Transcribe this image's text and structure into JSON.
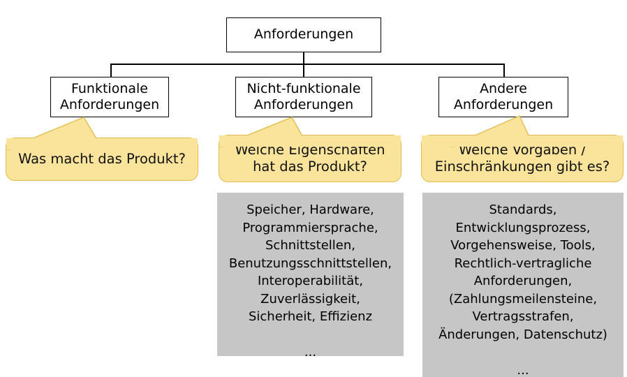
{
  "diagram": {
    "title": "Anforderungen",
    "type": "tree-with-callouts",
    "colors": {
      "callout_fill": "#FAE49C",
      "callout_border": "#E3BC4E",
      "detail_fill": "#C6C6C6",
      "node_border": "#000000",
      "node_fill": "#FFFFFF",
      "text": "#000000"
    },
    "root": {
      "label": "Anforderungen"
    },
    "branches": [
      {
        "id": "functional",
        "label": "Funktionale\nAnforderungen",
        "callout": "Was macht das Produkt?",
        "details": null
      },
      {
        "id": "non-functional",
        "label": "Nicht-funktionale\nAnforderungen",
        "callout": "Welche Eigenschaften\nhat das Produkt?",
        "details": "Speicher, Hardware,\nProgrammiersprache,\nSchnittstellen,\nBenutzungsschnittstellen,\nInteroperabilität,\nZuverlässigkeit,\nSicherheit, Effizienz\n\n..."
      },
      {
        "id": "other",
        "label": "Andere\nAnforderungen",
        "callout": "Welche Vorgaben /\nEinschränkungen gibt es?",
        "details": "Standards,\nEntwicklungsprozess,\nVorgehensweise, Tools,\nRechtlich-vertragliche\nAnforderungen,\n(Zahlungsmeilensteine,\nVertragsstrafen,\nÄnderungen, Datenschutz)\n\n..."
      }
    ]
  }
}
